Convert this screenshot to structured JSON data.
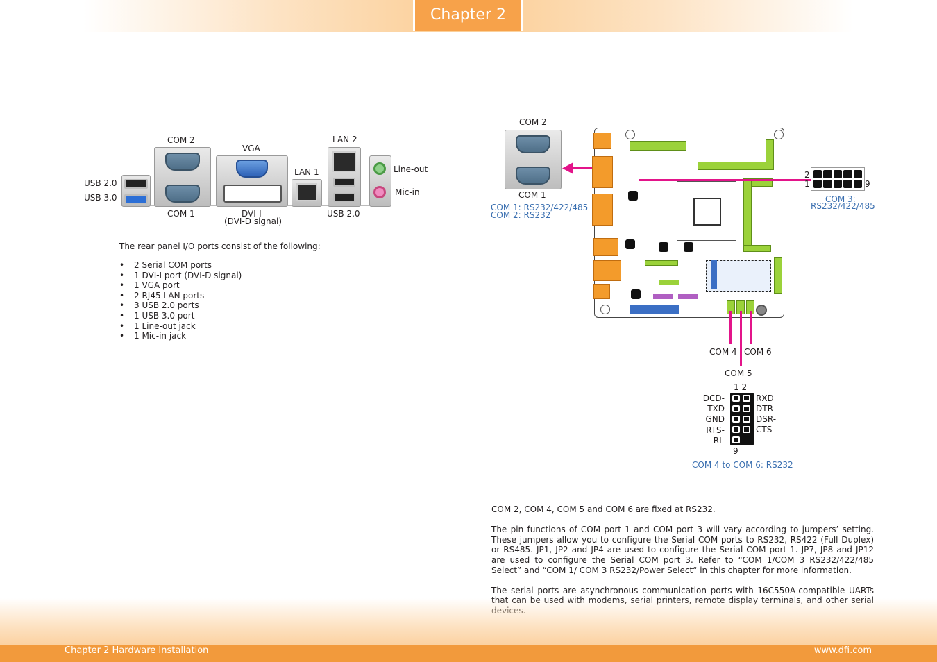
{
  "header": {
    "chapter_tab": "Chapter 2"
  },
  "rear_panel": {
    "labels": {
      "com2": "COM 2",
      "vga": "VGA",
      "lan2": "LAN 2",
      "lan1": "LAN 1",
      "line_out": "Line-out",
      "mic_in": "Mic-in",
      "usb20_left": "USB 2.0",
      "usb30": "USB 3.0",
      "com1": "COM 1",
      "dvi": "DVI-I",
      "dvi_sub": "(DVI-D signal)",
      "usb20_right": "USB 2.0"
    },
    "intro": "The rear panel I/O ports consist of the following:",
    "items": [
      "2 Serial COM ports",
      "1 DVI-I port (DVI-D signal)",
      "1 VGA port",
      "2 RJ45 LAN ports",
      "3 USB 2.0 ports",
      "1 USB 3.0 port",
      "1 Line-out jack",
      "1 Mic-in jack"
    ]
  },
  "board_diagram": {
    "com2_label": "COM 2",
    "com1_label": "COM 1",
    "com1_mode": "COM 1: RS232/422/485",
    "com2_mode": "COM 2: RS232",
    "com3_pin2": "2",
    "com3_pin1": "1",
    "com3_pin9": "9",
    "com3_label": "COM 3:",
    "com3_mode": "RS232/422/485",
    "com4_label": "COM 4",
    "com6_label": "COM 6",
    "com5_label": "COM 5",
    "header_pins_top": "1 2",
    "header_pin_bottom": "9",
    "left_signals": [
      "DCD-",
      "TXD",
      "GND",
      "RTS-",
      "RI-"
    ],
    "right_signals": [
      "RXD",
      "DTR-",
      "DSR-",
      "CTS-"
    ],
    "com4_6_caption": "COM 4 to COM 6: RS232",
    "accent_color": "#e3148a",
    "board_green": "#9bd23a"
  },
  "body_text": [
    "COM 2, COM 4, COM 5 and COM 6 are fixed at RS232.",
    "The pin functions of COM port 1 and COM port 3 will vary according to jumpers’ setting. These jumpers allow you to configure the Serial COM ports to RS232, RS422 (Full Duplex) or RS485. JP1, JP2 and JP4 are used to configure the Serial COM port 1. JP7, JP8 and JP12 are used to configure the Serial COM port 3. Refer to “COM 1/COM 3 RS232/422/485 Select” and “COM 1/ COM 3 RS232/Power Select“ in this chapter for more information.",
    "The serial ports are asynchronous communication ports with 16C550A-compatible UARTs that can be used with modems, serial printers, remote display terminals, and other serial devices."
  ],
  "footer": {
    "left": "Chapter 2 Hardware Installation",
    "right": "www.dfi.com"
  }
}
